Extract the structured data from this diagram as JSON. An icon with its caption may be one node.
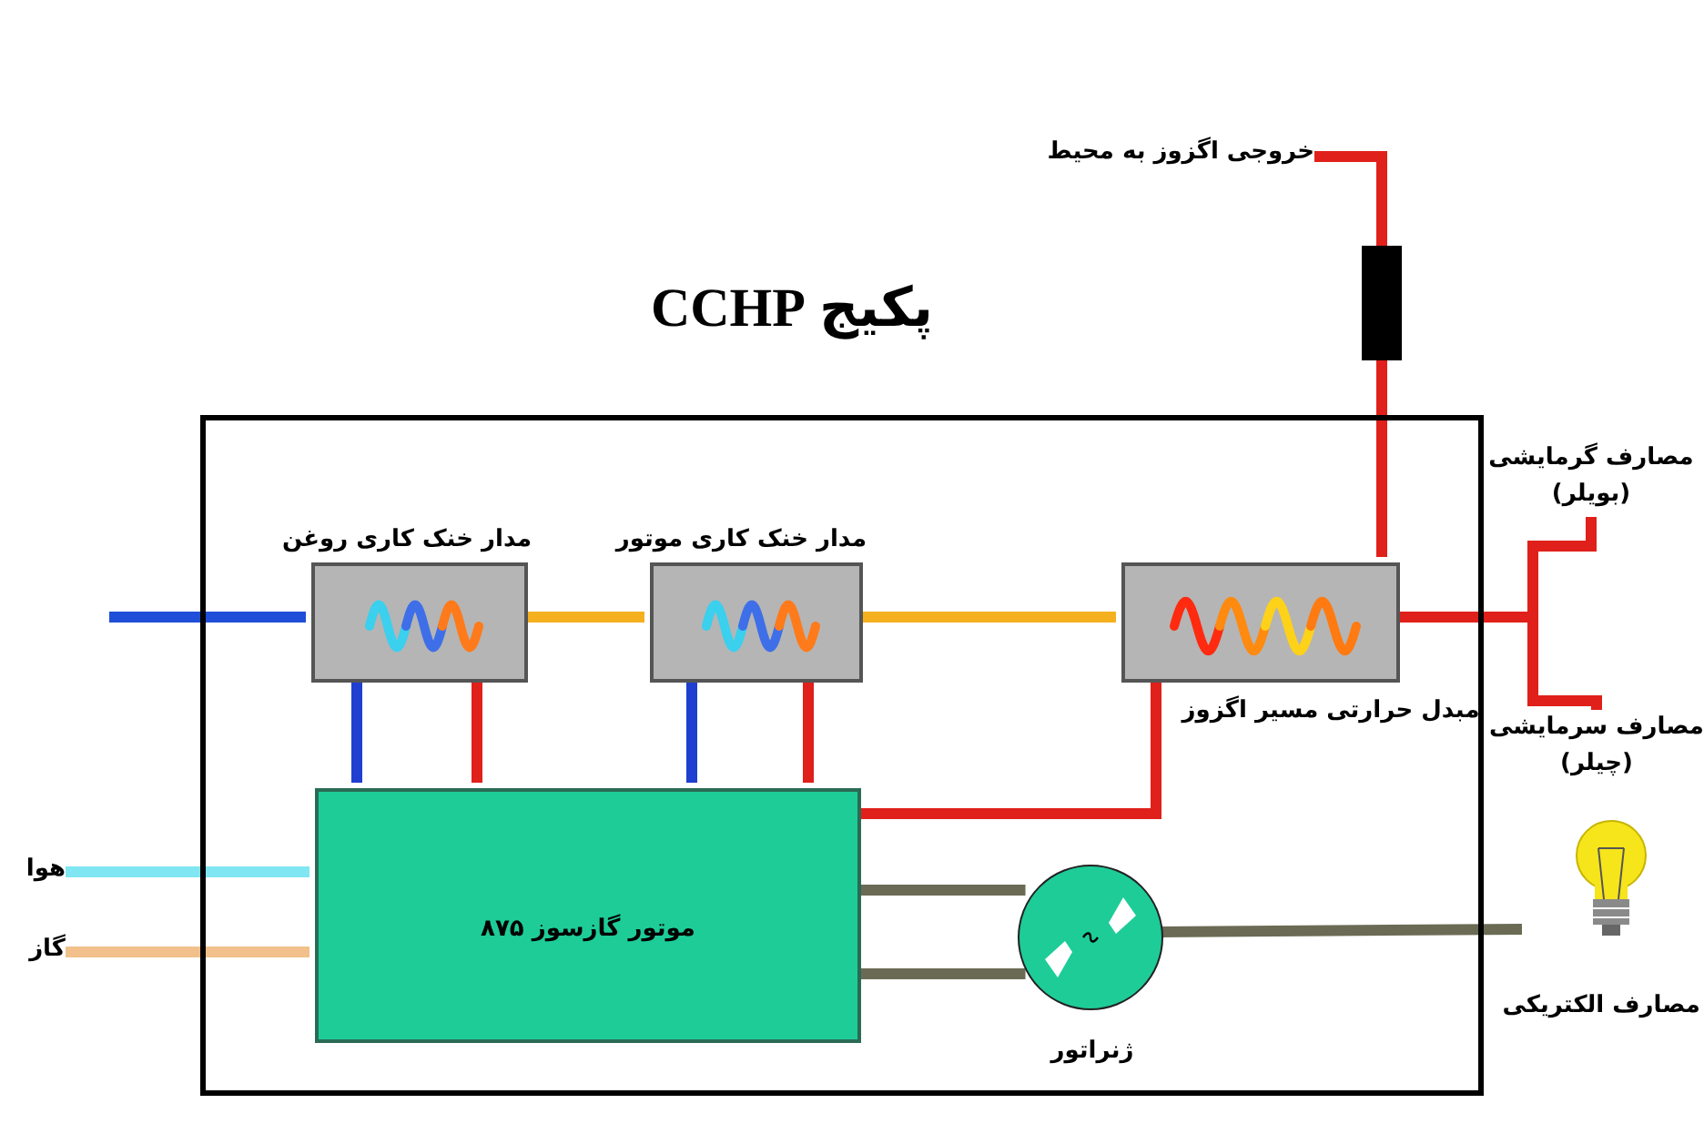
{
  "diagram": {
    "title": "پکیج CCHP",
    "nodes": [
      {
        "text": [],
        "shape": "box"
      },
      {
        "text": [
          "مدار خنک کاری روغن"
        ],
        "in": 0
      },
      {
        "text": [
          "مدار خنک کاری موتور"
        ],
        "in": 0
      },
      {
        "text": [
          "مبدل حرارتی مسیر اگزوز"
        ],
        "in": 0
      },
      {
        "text": [
          "موتور گازسوز ۸۷۵"
        ],
        "in": 0
      },
      {
        "text": [
          "ژنراتور"
        ],
        "in": 0
      },
      {
        "text": [],
        "shape": "box"
      },
      {
        "text": [
          "خروجی اگزوز به محیط"
        ]
      },
      {
        "text": [
          "هوا"
        ]
      },
      {
        "text": [
          "گاز"
        ]
      },
      {
        "text": [
          "مصارف گرمایشی (بویلر)"
        ]
      },
      {
        "text": [
          "مصارف سرمایشی (چیلر)"
        ]
      },
      {
        "text": [
          "مصارف الکتریکی"
        ]
      }
    ],
    "edges": [
      {
        "from": null,
        "to": 1,
        "arrow": "none",
        "color": "#1f4fd8"
      },
      {
        "from": 1,
        "to": 2,
        "arrow": "none",
        "color": "#f5b020"
      },
      {
        "from": 2,
        "to": 3,
        "arrow": "none",
        "color": "#f5b020"
      },
      {
        "from": 1,
        "to": 4,
        "arrow": "none",
        "color": "#1f3fd0"
      },
      {
        "from": 1,
        "to": 4,
        "arrow": "none"
      },
      {
        "from": 2,
        "to": 4,
        "arrow": "none",
        "color": "#1f3fd0"
      },
      {
        "from": 2,
        "to": 4,
        "arrow": "none"
      },
      {
        "from": 4,
        "to": 3,
        "arrow": "none"
      },
      {
        "from": 3,
        "to": 6,
        "arrow": "none"
      },
      {
        "from": 6,
        "to": 7,
        "arrow": "none"
      },
      {
        "from": 3,
        "to": 10,
        "arrow": "none"
      },
      {
        "from": 3,
        "to": 11,
        "arrow": "none"
      },
      {
        "from": 8,
        "to": 4,
        "arrow": "none",
        "color": "#7fe6f2"
      },
      {
        "from": 9,
        "to": 4,
        "arrow": "none",
        "color": "#f2c08a"
      },
      {
        "from": 4,
        "to": 5,
        "arrow": "none",
        "color": "#6b6b55"
      },
      {
        "from": 4,
        "to": 5,
        "arrow": "none",
        "color": "#6b6b55"
      },
      {
        "from": 5,
        "to": 12,
        "arrow": "none",
        "color": "#6b6b55"
      }
    ]
  }
}
